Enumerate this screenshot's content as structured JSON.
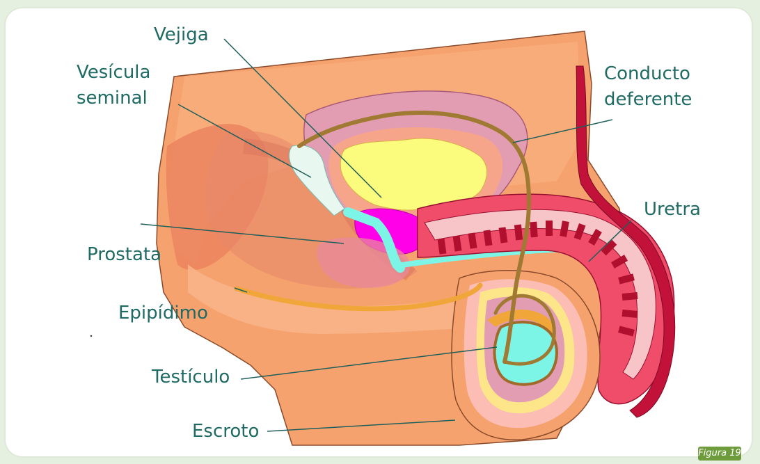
{
  "labels": {
    "vejiga": "Vejiga",
    "vesicula_line1": "Vesícula",
    "vesicula_line2": "seminal",
    "conducto_line1": "Conducto",
    "conducto_line2": "deferente",
    "uretra": "Uretra",
    "prostata": "Prostata",
    "epipidimo": "Epipídimo",
    "testiculo": "Testículo",
    "escroto": "Escroto"
  },
  "figure_badge": "Figura 19",
  "colors": {
    "label_text": "#1f6b64",
    "leader_line": "#1f5f5a",
    "skin": "#f6a26e",
    "bladder": "#fbfb7e",
    "testicle": "#7cf5e6",
    "prostate": "#ff00e8",
    "penis_tissue": "#d41c43",
    "badge_bg": "#6e9c3c"
  }
}
